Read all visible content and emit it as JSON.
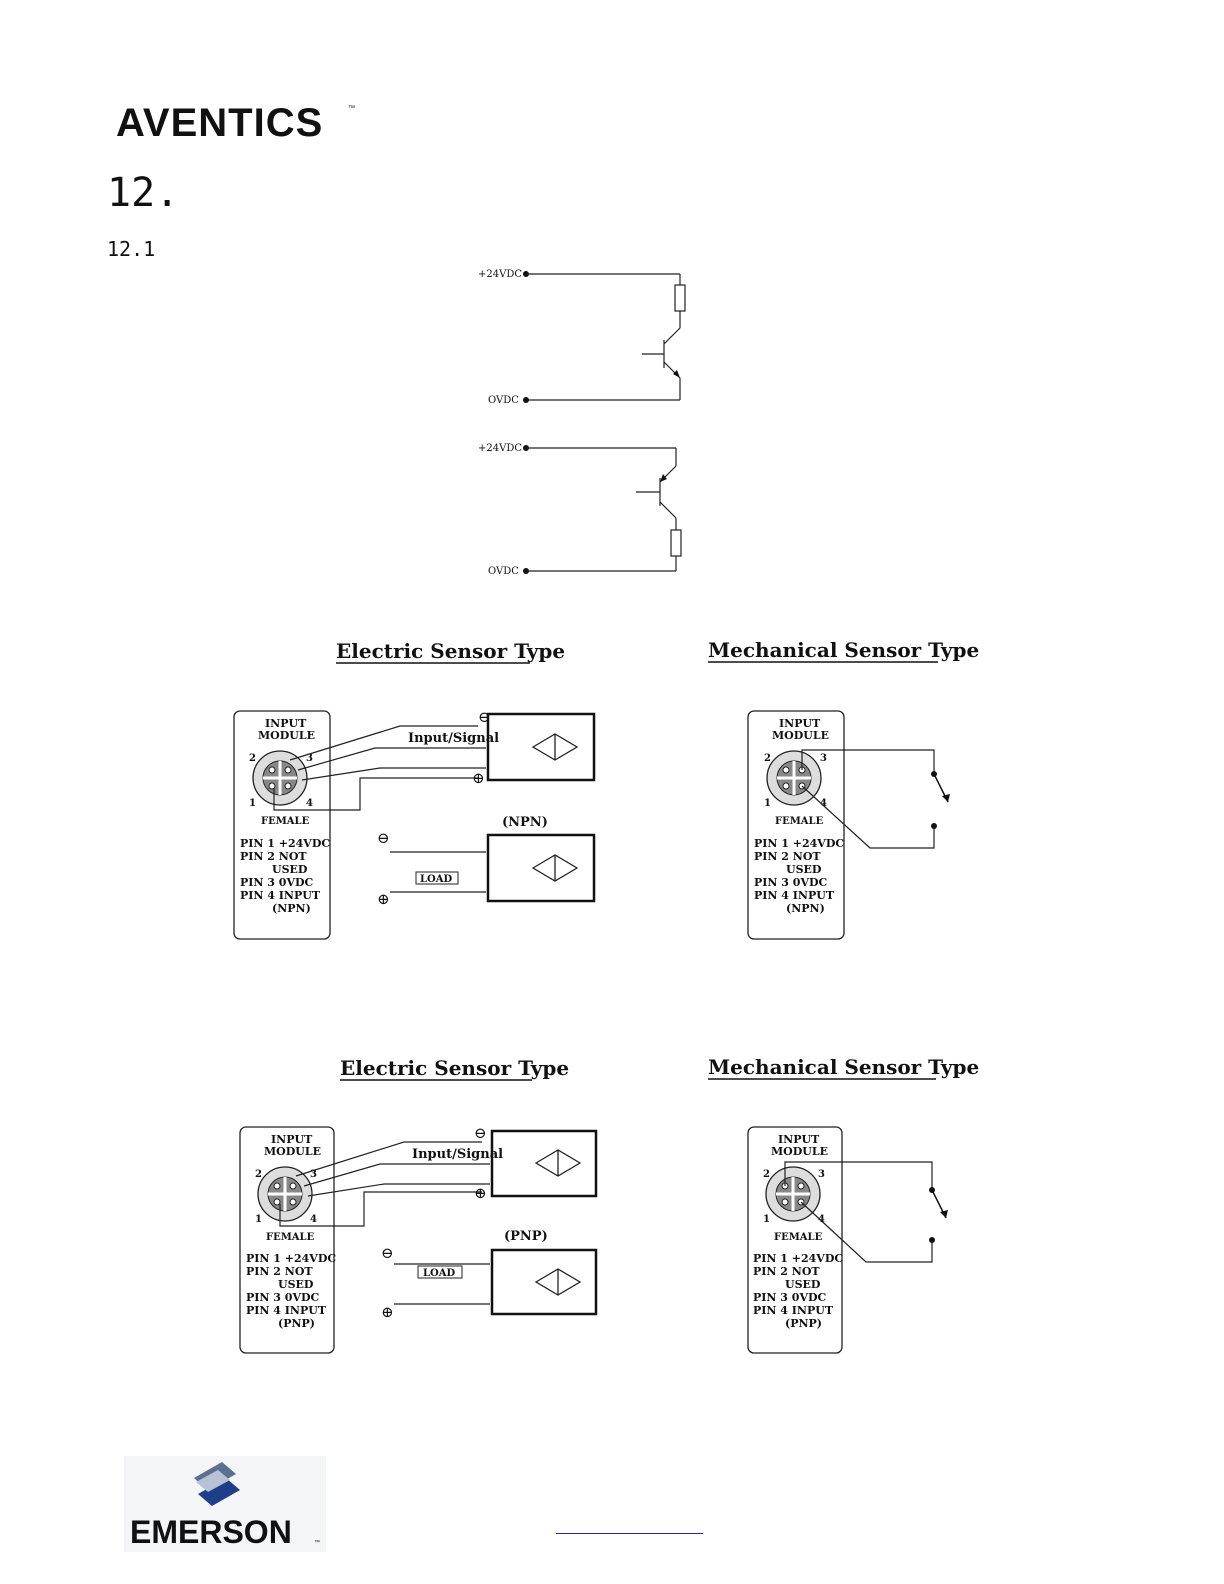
{
  "header": {
    "brand": "AVENTICS",
    "trademark": "™"
  },
  "section": {
    "number": "12.",
    "subsection": "12.1"
  },
  "circuits": {
    "top": {
      "supply": "+24VDC",
      "ground": "OVDC"
    },
    "bottom": {
      "supply": "+24VDC",
      "ground": "OVDC"
    }
  },
  "npn_row": {
    "electric_title": "Electric Sensor Type",
    "mechanical_title": "Mechanical Sensor Type",
    "module_label": "INPUT MODULE",
    "module_label_1": "INPUT",
    "module_label_2": "MODULE",
    "female": "FEMALE",
    "pins": [
      "PIN 1  +24VDC",
      "PIN 2  NOT",
      "USED",
      "PIN 3  0VDC",
      "PIN 4  INPUT",
      "(NPN)"
    ],
    "pin_numbers": [
      "2",
      "3",
      "1",
      "4"
    ],
    "signal_label": "Input/Signal",
    "type_label": "(NPN)",
    "load_label": "LOAD",
    "minus": "⊖",
    "plus": "⊕"
  },
  "pnp_row": {
    "electric_title": "Electric Sensor Type",
    "mechanical_title": "Mechanical Sensor Type",
    "module_label_1": "INPUT",
    "module_label_2": "MODULE",
    "female": "FEMALE",
    "pins": [
      "PIN 1  +24VDC",
      "PIN 2  NOT",
      "USED",
      "PIN 3  0VDC",
      "PIN 4  INPUT",
      "(PNP)"
    ],
    "pin_numbers": [
      "2",
      "3",
      "1",
      "4"
    ],
    "signal_label": "Input/Signal",
    "type_label": "(PNP)",
    "load_label": "LOAD",
    "minus": "⊖",
    "plus": "⊕"
  },
  "footer": {
    "brand": "EMERSON",
    "trademark": "™"
  },
  "colors": {
    "emerson_blue": "#1d3f8a",
    "link_blue": "#1d2fa8"
  }
}
